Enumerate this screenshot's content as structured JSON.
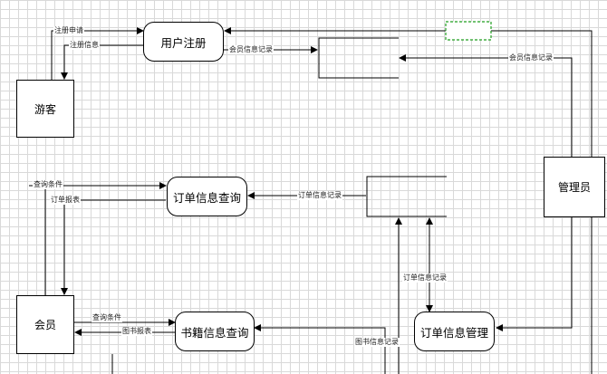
{
  "entities": {
    "visitor": "游客",
    "member": "会员",
    "admin": "管理员"
  },
  "processes": {
    "user_register": "用户注册",
    "order_query": "订单信息查询",
    "book_query": "书籍信息查询",
    "order_manage": "订单信息管理"
  },
  "flows": {
    "register_apply": "注册申请",
    "register_info": "注册信息",
    "member_record_1": "会员信息记录",
    "member_record_2": "会员信息记录",
    "order_query_cond": "查询条件",
    "order_report": "订单报表",
    "order_record_1": "订单信息记录",
    "order_record_2": "订单信息记录",
    "book_query_cond": "查询条件",
    "book_report": "图书报表",
    "book_record": "图书信息记录"
  },
  "colors": {
    "line": "#000000",
    "grid": "#d9d9d9",
    "selection": "#1e9e1e"
  }
}
